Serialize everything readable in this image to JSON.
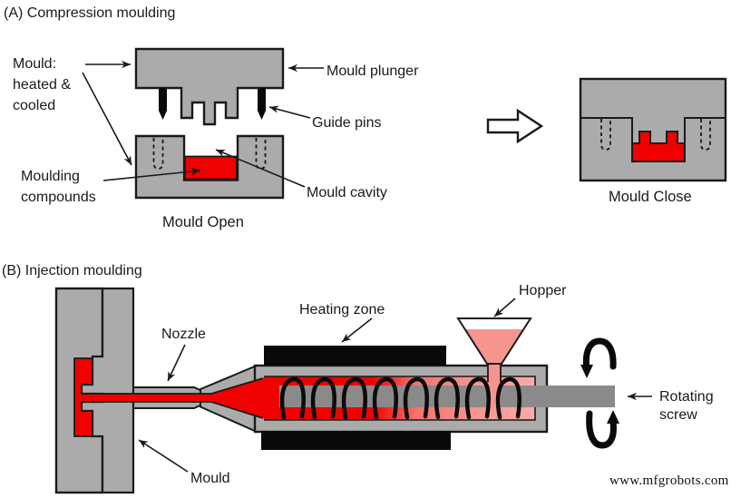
{
  "colors": {
    "mould_gray": "#ABABAB",
    "screw_gray": "#8A8A8A",
    "melt_red": "#F10000",
    "plastic_pink": "#F5958E",
    "heater_black": "#0A0A0A",
    "outline": "#1A1A1A"
  },
  "section_a": {
    "title": "(A) Compression moulding",
    "open_caption": "Mould Open",
    "close_caption": "Mould Close",
    "labels": {
      "mould_heated": "Mould:\nheated &\ncooled",
      "mould_plunger": "Mould plunger",
      "guide_pins": "Guide pins",
      "moulding_compounds": "Moulding\ncompounds",
      "mould_cavity": "Mould cavity"
    }
  },
  "section_b": {
    "title": "(B) Injection moulding",
    "labels": {
      "nozzle": "Nozzle",
      "heating_zone": "Heating zone",
      "hopper": "Hopper",
      "rotating_screw": "Rotating\nscrew",
      "mould": "Mould"
    }
  },
  "watermark": "www.mfgrobots.com"
}
